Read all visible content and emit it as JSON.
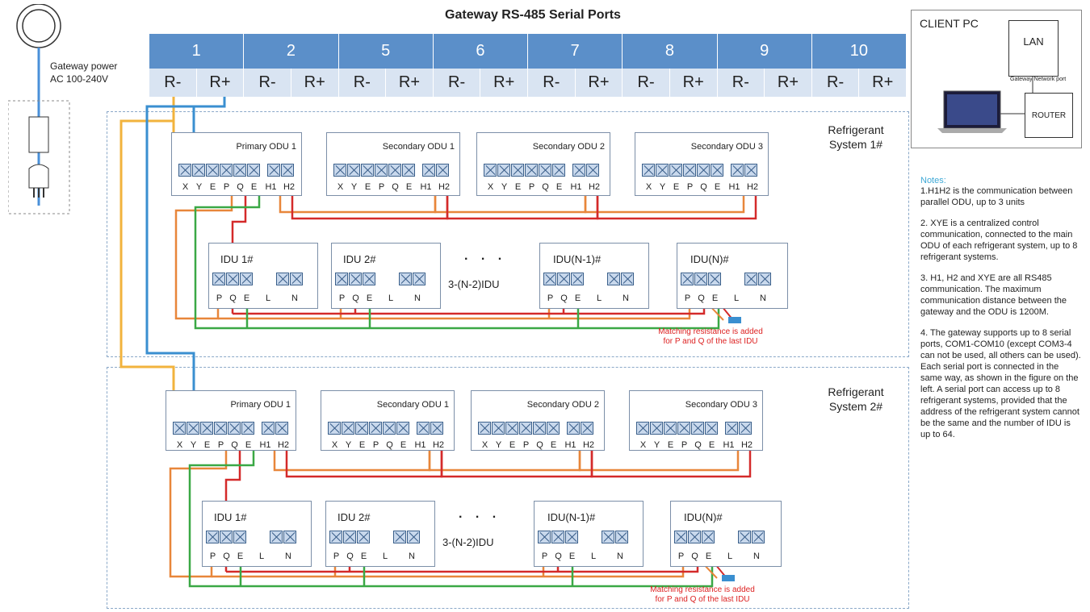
{
  "title": "Gateway RS-485 Serial Ports",
  "ports": [
    "1",
    "2",
    "5",
    "6",
    "7",
    "8",
    "9",
    "10"
  ],
  "pins": [
    "R-",
    "R+"
  ],
  "power": {
    "label": "Gateway power",
    "voltage": "AC 100-240V"
  },
  "client": {
    "title": "CLIENT PC",
    "lan": "LAN",
    "network_port": "Gateway Network port",
    "router": "ROUTER"
  },
  "systems": [
    {
      "label": "Refrigerant\nSystem 1#"
    },
    {
      "label": "Refrigerant\nSystem 2#"
    }
  ],
  "odu_titles": [
    "Primary ODU 1",
    "Secondary ODU 1",
    "Secondary ODU 2",
    "Secondary ODU 3"
  ],
  "odu_pins": [
    "X",
    "Y",
    "E",
    "P",
    "Q",
    "E",
    "H1",
    "H2"
  ],
  "idu_titles": [
    "IDU 1#",
    "IDU 2#",
    "IDU(N-1)#",
    "IDU(N)#"
  ],
  "idu_pins": [
    "P",
    "Q",
    "E",
    "L",
    "N"
  ],
  "ellipsis": ". . .",
  "middle_idu": "3-(N-2)IDU",
  "resistance_note": "Matching resistance is added\nfor P and Q of the last IDU",
  "notes_title": "Notes:",
  "notes": [
    "1.H1H2 is the communication between parallel ODU, up to 3 units",
    "2. XYE is a centralized control communication, connected to the main ODU of each refrigerant system, up to 8 refrigerant systems.",
    "3. H1, H2 and XYE are all RS485 communication. The maximum communication distance between the gateway and the ODU is 1200M.",
    "4. The gateway supports up to 8 serial ports, COM1-COM10 (except COM3-4 can not be used, all others can be used). Each serial port is connected in the same way, as shown in the figure on the left. A serial port can access up to 8 refrigerant systems, provided that the address of the refrigerant system cannot be the same and the number of IDU is up to 64."
  ],
  "colors": {
    "header": "#5b8fc9",
    "pin_bg": "#d9e4f2",
    "wire_orange": "#e8863a",
    "wire_red": "#d42a2a",
    "wire_green": "#3aa845",
    "wire_yellow": "#f2b33d",
    "wire_blue": "#3a8fd0"
  }
}
